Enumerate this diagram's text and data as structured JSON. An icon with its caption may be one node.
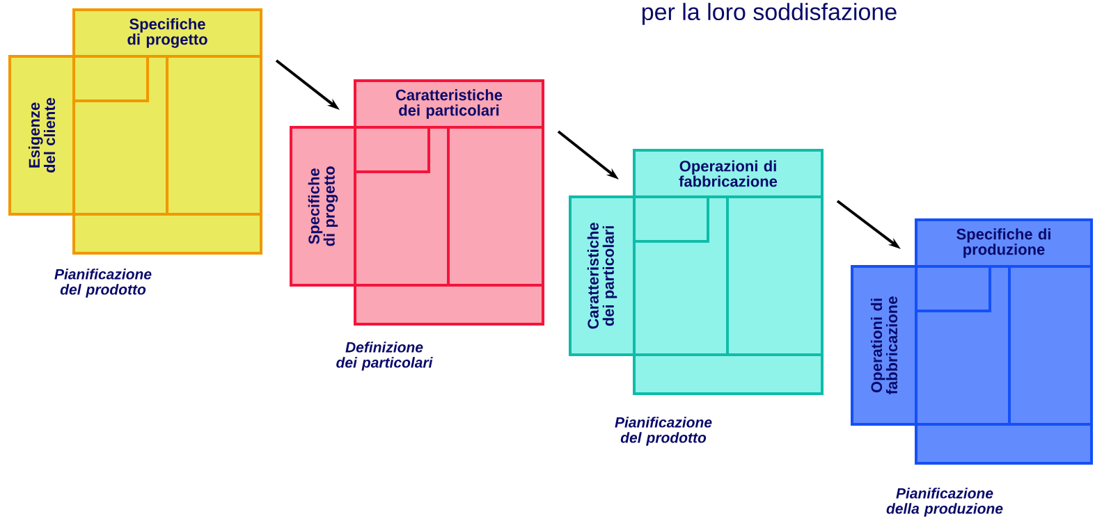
{
  "diagram": {
    "nodes": [
      {
        "text": [
          "Specifiche di progetto"
        ]
      },
      {
        "text": [
          "Esigenze del cliente"
        ]
      },
      {
        "text": [
          "Caratteristiche dei particolari"
        ]
      },
      {
        "text": [
          "Specifiche di progetto"
        ]
      },
      {
        "text": [
          "Operazioni di fabbricazione"
        ]
      },
      {
        "text": [
          "Caratteristiche dei particolari"
        ]
      },
      {
        "text": [
          "Specifiche di produzione"
        ]
      },
      {
        "text": [
          "Operationi di fabbricazione"
        ]
      }
    ],
    "edges": [
      {
        "from": 0,
        "to": 3,
        "arrow": "to"
      },
      {
        "from": 2,
        "to": 5,
        "arrow": "to"
      },
      {
        "from": 4,
        "to": 7,
        "arrow": "to"
      }
    ],
    "labels": [
      "per la loro soddisfazione",
      "Pianificazione del prodotto",
      "Definizione dei particolari",
      "Pianificazione del prodotto",
      "Pianificazione della produzione"
    ]
  }
}
